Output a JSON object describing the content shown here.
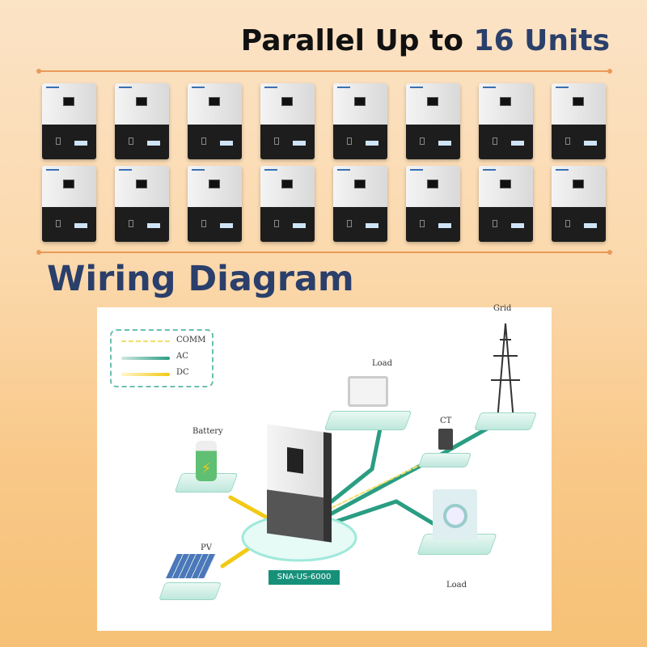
{
  "header": {
    "title_prefix": "Parallel Up to ",
    "title_accent": "16 Units"
  },
  "units": {
    "count": 16
  },
  "section": {
    "title": "Wiring Diagram"
  },
  "diagram": {
    "legend": [
      {
        "label": "COMM",
        "color": "#f1df6a"
      },
      {
        "label": "AC",
        "color": "#2a9d82"
      },
      {
        "label": "DC",
        "color": "#f2c915"
      }
    ],
    "labels": {
      "grid": "Grid",
      "load_top": "Load",
      "battery": "Battery",
      "ct": "CT",
      "pv": "PV",
      "load_bottom": "Load",
      "model": "SNA-US-6000"
    }
  }
}
